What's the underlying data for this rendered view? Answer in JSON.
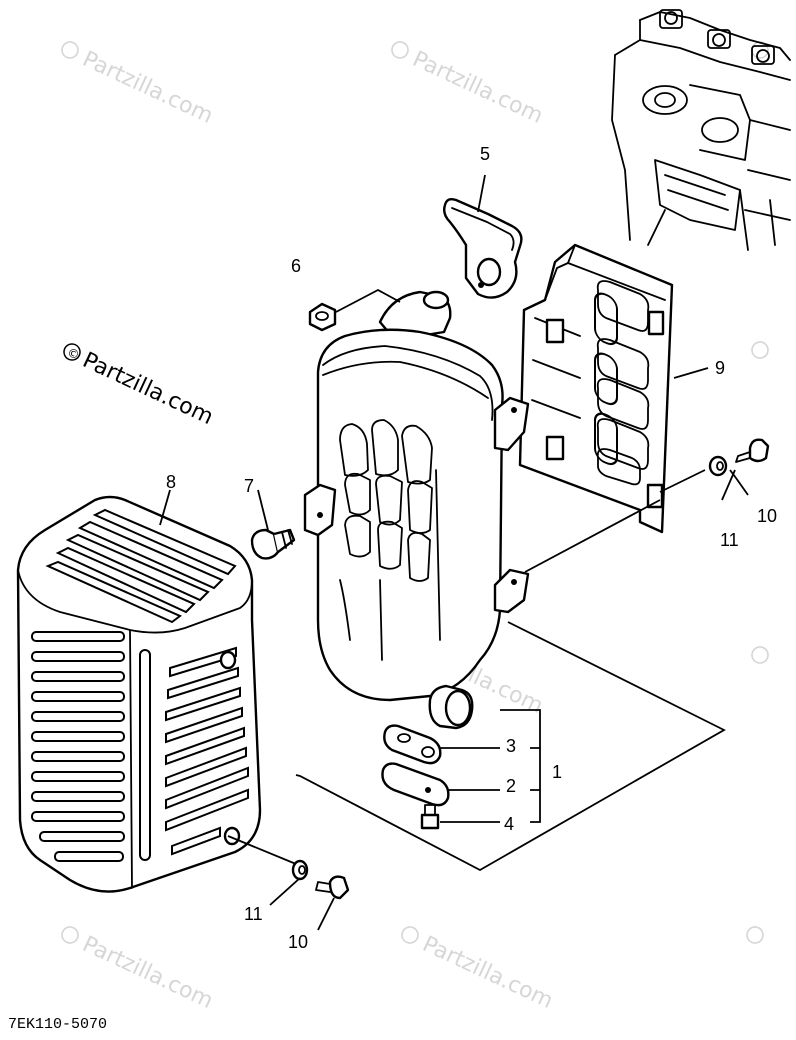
{
  "watermark": {
    "symbol": "©",
    "text": "Partzilla.com"
  },
  "diagram_code": "7EK110-5070",
  "callouts": {
    "c1": "1",
    "c2": "2",
    "c3": "3",
    "c4": "4",
    "c5": "5",
    "c6": "6",
    "c7": "7",
    "c8": "8",
    "c9": "9",
    "c10a": "10",
    "c10b": "10",
    "c11a": "11",
    "c11b": "11"
  }
}
